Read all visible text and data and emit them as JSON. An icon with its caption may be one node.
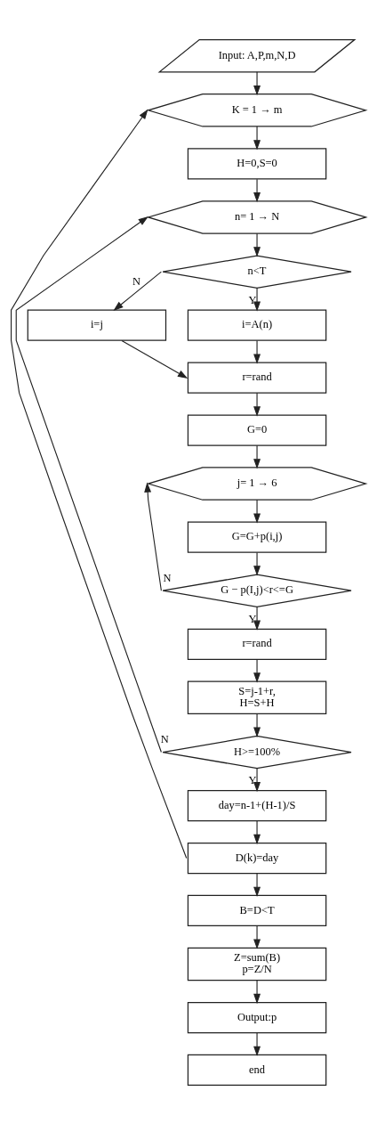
{
  "diagram": {
    "nodes": [
      {
        "text": [
          "Input: A,P,m,N,D"
        ]
      },
      {
        "text": [
          "K = 1 → m"
        ]
      },
      {
        "text": [
          "H=0,S=0"
        ]
      },
      {
        "text": [
          "n= 1 → N"
        ]
      },
      {
        "text": [
          "n<T"
        ]
      },
      {
        "text": [
          "i=j"
        ]
      },
      {
        "text": [
          "i=A(n)"
        ]
      },
      {
        "text": [
          "r=rand"
        ]
      },
      {
        "text": [
          "G=0"
        ]
      },
      {
        "text": [
          "j= 1 → 6"
        ]
      },
      {
        "text": [
          "G=G+p(i,j)"
        ]
      },
      {
        "text": [
          "G − p(I,j)<r<=G"
        ]
      },
      {
        "text": [
          "r=rand"
        ]
      },
      {
        "text": [
          "S=j-1+r, H=S+H"
        ]
      },
      {
        "text": [
          "H>=100%"
        ]
      },
      {
        "text": [
          "day=n-1+(H-1)/S"
        ]
      },
      {
        "text": [
          "D(k)=day"
        ]
      },
      {
        "text": [
          "B=D<T"
        ]
      },
      {
        "text": [
          "Z=sum(B) p=Z/N"
        ]
      },
      {
        "text": [
          "Output:p"
        ]
      },
      {
        "text": [
          "end"
        ]
      }
    ],
    "edges": [
      {
        "from": 0,
        "to": 1,
        "arrow": "to"
      },
      {
        "from": 1,
        "to": 2,
        "arrow": "to"
      },
      {
        "from": 2,
        "to": 3,
        "arrow": "to"
      },
      {
        "from": 3,
        "to": 4,
        "arrow": "to"
      },
      {
        "from": 4,
        "to": 5,
        "arrow": "to",
        "label": "N"
      },
      {
        "from": 4,
        "to": 6,
        "arrow": "to",
        "label": "Y"
      },
      {
        "from": 5,
        "to": 7,
        "arrow": "to"
      },
      {
        "from": 6,
        "to": 7,
        "arrow": "to"
      },
      {
        "from": 7,
        "to": 8,
        "arrow": "to"
      },
      {
        "from": 8,
        "to": 9,
        "arrow": "to"
      },
      {
        "from": 9,
        "to": 10,
        "arrow": "to"
      },
      {
        "from": 10,
        "to": 11,
        "arrow": "to"
      },
      {
        "from": 11,
        "to": 9,
        "arrow": "to",
        "label": "N"
      },
      {
        "from": 11,
        "to": 12,
        "arrow": "to",
        "label": "Y"
      },
      {
        "from": 12,
        "to": 13,
        "arrow": "to"
      },
      {
        "from": 13,
        "to": 14,
        "arrow": "to"
      },
      {
        "from": 14,
        "to": 3,
        "arrow": "to",
        "label": "N"
      },
      {
        "from": 14,
        "to": 15,
        "arrow": "to",
        "label": "Y"
      },
      {
        "from": 15,
        "to": 16,
        "arrow": "to"
      },
      {
        "from": 16,
        "to": 1,
        "arrow": "to"
      },
      {
        "from": 16,
        "to": 17,
        "arrow": "to"
      },
      {
        "from": 17,
        "to": 18,
        "arrow": "to"
      },
      {
        "from": 18,
        "to": 19,
        "arrow": "to"
      },
      {
        "from": 19,
        "to": 20,
        "arrow": "to"
      }
    ]
  }
}
